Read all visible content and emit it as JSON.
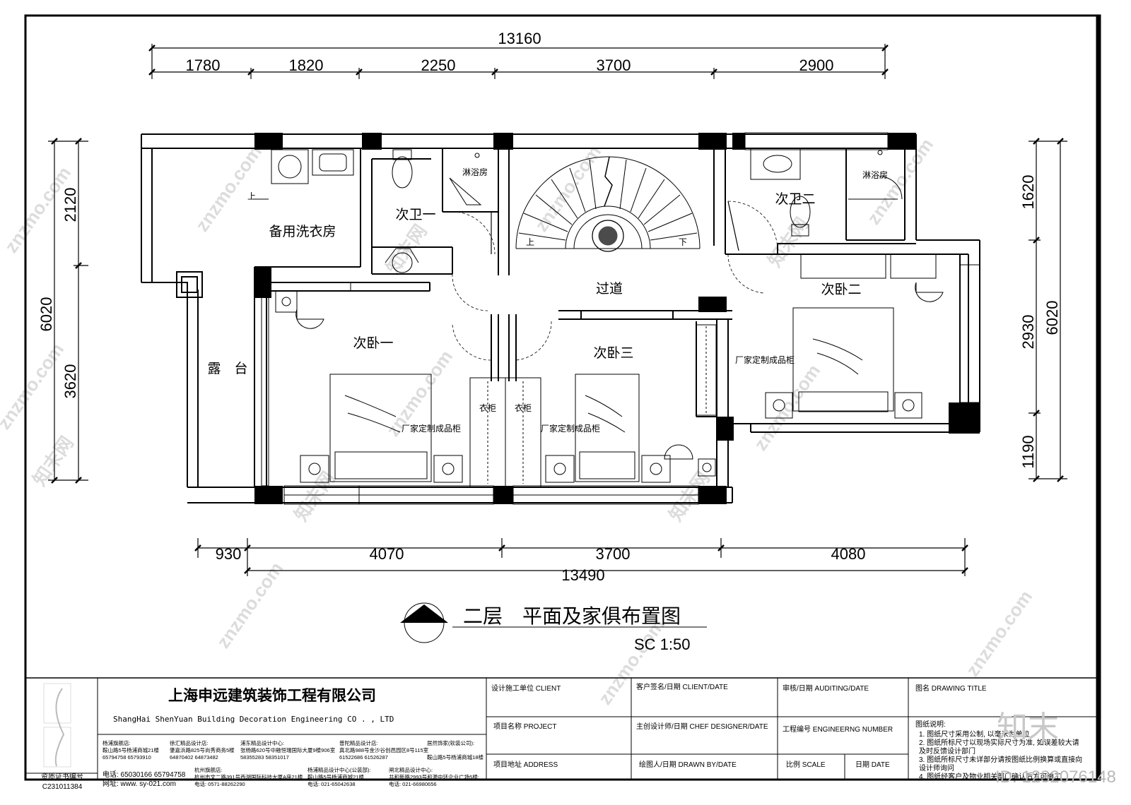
{
  "dimensions": {
    "top_total": "13160",
    "top_segments": [
      "1780",
      "1820",
      "2250",
      "3700",
      "2900"
    ],
    "bottom_segments": [
      "930",
      "4070",
      "3700",
      "4080"
    ],
    "bottom_total": "13490",
    "left_outer": "6020",
    "left_segments": [
      "2120",
      "3620"
    ],
    "right_segments": [
      "1620",
      "2930",
      "1190"
    ],
    "right_outer": "6020"
  },
  "rooms": {
    "laundry": "备用洗衣房",
    "bath1": "次卫一",
    "shower1": "淋浴房",
    "corridor": "过道",
    "bath2": "次卫二",
    "shower2": "淋浴房",
    "bed2": "次卧二",
    "bed1": "次卧一",
    "bed3": "次卧三",
    "terrace": "露　台",
    "wardrobe_a": "衣柜",
    "wardrobe_b": "衣柜",
    "custom_cab_1": "厂家定制成品柜",
    "custom_cab_2": "厂家定制成品柜",
    "custom_cab_3": "厂家定制成品柜",
    "stair_up": "上",
    "stair_up2": "上",
    "stair_down": "下"
  },
  "drawing_title": {
    "title": "二层　平面及家俱布置图",
    "scale": "SC 1:50"
  },
  "titleblock": {
    "company_cn": "上海申远建筑装饰工程有限公司",
    "company_en": "ShangHai ShenYuan Building Decoration Engineering  CO . , LTD",
    "branches": [
      {
        "name": "杨浦旗舰店:",
        "addr": "鞍山路5号杨浦商城21楼",
        "tel": "65794758 65793910"
      },
      {
        "name": "徐汇精品设计店:",
        "addr": "肇嘉浜路825号尚秀商务5楼",
        "tel": "64870402 64873482"
      },
      {
        "name": "浦东精品设计中心:",
        "addr": "张杨路620号中融恒瑞国际大厦9楼906室",
        "tel": "58355283 58351017"
      },
      {
        "name": "普陀精品设计店:",
        "addr": "真北路988号金沙谷创邑园区8号115室",
        "tel": "61522686 61526287"
      },
      {
        "name": "居然饰家(软装公司):",
        "addr": "鞍山路5号杨浦商城18楼",
        "tel": ""
      }
    ],
    "phone": "电话:  65030166 65794758",
    "website": "网址:    www. sy-021.com",
    "hangzhou": {
      "name": "杭州旗舰店:",
      "addr": "杭州市文二路391号西湖国际科技大厦A座21楼",
      "tel": "电话: 0571-88262290"
    },
    "yangpu_center": {
      "name": "杨浦精品设计中心(公装部):",
      "addr": "鞍山路5号杨浦商城21楼",
      "tel": "电话: 021-65042638"
    },
    "zhabei_center": {
      "name": "闸北精品设计中心:",
      "addr": "共和新路2993号和源中环企业广场5楼:",
      "tel": "电话: 021-66980656"
    },
    "cert_label": "资质证书编号",
    "cert_no": "C231011384",
    "fields": {
      "design_unit": "设计施工单位  CLIENT",
      "project_name": "项目名称  PROJECT",
      "project_addr": "项目地址  ADDRESS",
      "client_sign": "客户签名/日期  CLIENT/DATE",
      "chief_designer": "主创设计师/日期  CHEF DESIGNER/DATE",
      "drawn_by": "绘图人/日期  DRAWN BY/DATE",
      "auditing": "审核/日期  AUDITING/DATE",
      "eng_number": "工程编号  ENGINEERNG NUMBER",
      "scale": "比例  SCALE",
      "date": "日期  DATE",
      "drawing_title": "图名  DRAWING  TITLE"
    },
    "notes_title": "图纸说明:",
    "notes": [
      "1. 图纸尺寸采用公制, 以毫米为单位",
      "2. 图纸所标尺寸以现场实际尺寸为准, 如误差较大请",
      "   及时反馈设计部门",
      "3. 图纸所标尺寸未详部分请按图纸比例换算或直接向",
      "   设计师询问",
      "4. 图纸经客户及物业相关部门确认后方可施工"
    ]
  },
  "watermark": {
    "site": "znzmo.com",
    "brand": "知末网",
    "logo": "知末",
    "id": "ID: 1232076148"
  },
  "colors": {
    "ink": "#000000",
    "watermark": "#d9d9d9"
  }
}
